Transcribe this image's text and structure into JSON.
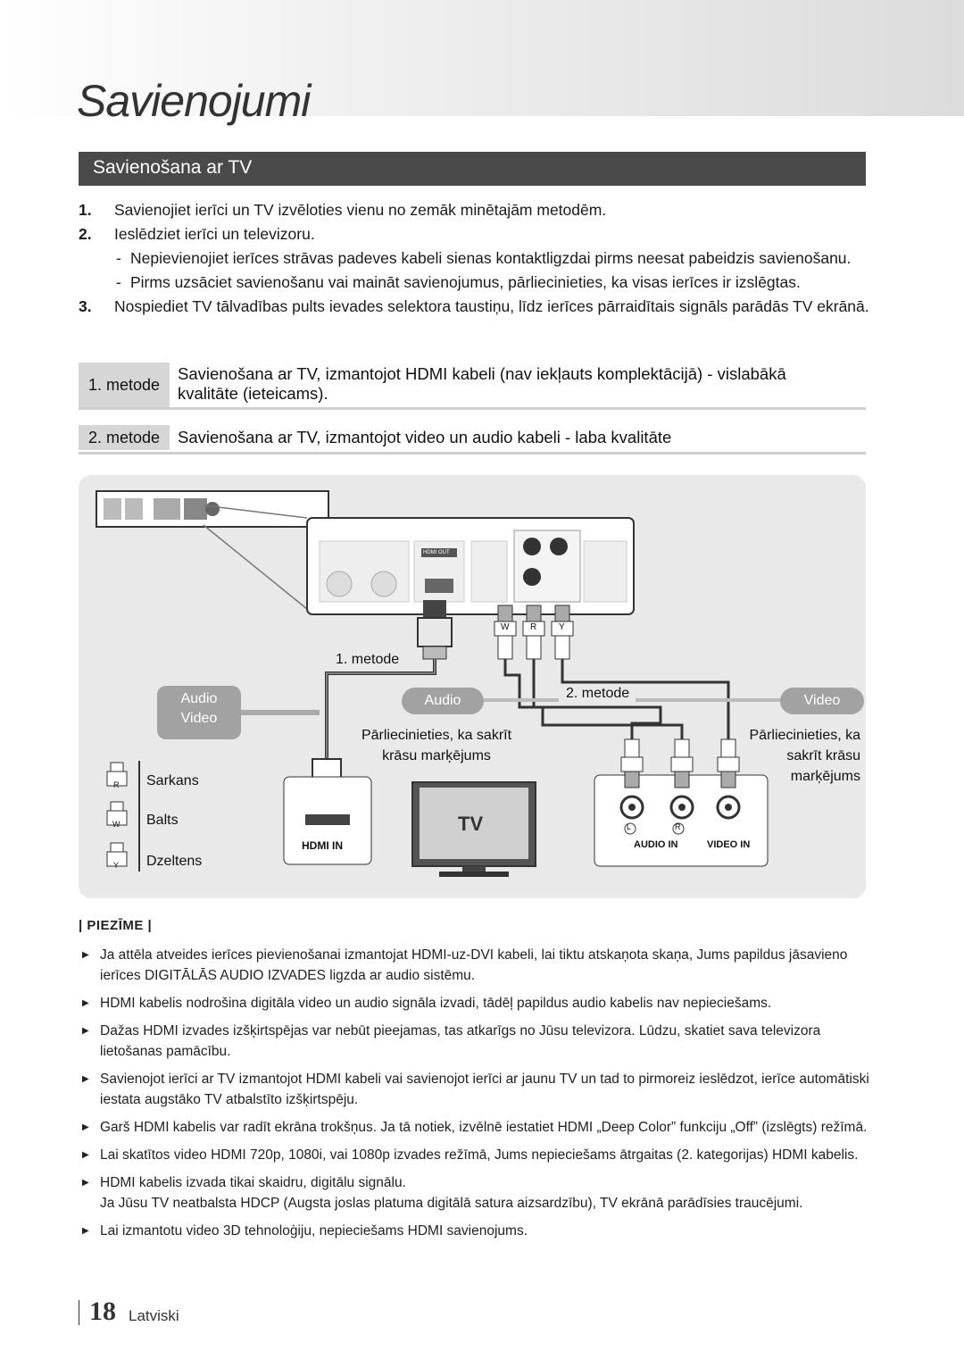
{
  "chapter_title": "Savienojumi",
  "section_title": "Savienošana ar TV",
  "steps": [
    {
      "num": "1.",
      "text": "Savienojiet ierīci un TV izvēloties vienu no zemāk minētajām metodēm."
    },
    {
      "num": "2.",
      "text": "Ieslēdziet ierīci un televizoru."
    },
    {
      "num": "",
      "sub": "Nepievienojiet ierīces strāvas padeves kabeli sienas kontaktligzdai pirms neesat pabeidzis savienošanu."
    },
    {
      "num": "",
      "sub": "Pirms uzsāciet savienošanu vai maināt savienojumus, pārliecinieties, ka visas ierīces ir izslēgtas."
    },
    {
      "num": "3.",
      "text": "Nospiediet TV tālvadības pults ievades selektora taustiņu, līdz ierīces pārraidītais signāls parādās TV ekrānā."
    }
  ],
  "methods": [
    {
      "tag": "1. metode",
      "title": "Savienošana ar TV, izmantojot HDMI kabeli (nav iekļauts komplektācijā) - vislabākā kvalitāte (ieteicams)."
    },
    {
      "tag": "2. metode",
      "title": "Savienošana ar TV, izmantojot video un audio kabeli - laba kvalitāte"
    }
  ],
  "diagram": {
    "method1_label": "1. metode",
    "method2_label": "2. metode",
    "legend_audio": "Audio",
    "legend_video": "Video",
    "audio_pill": "Audio",
    "video_pill": "Video",
    "match_left": "Pārliecinieties, ka sakrīt krāsu marķējums",
    "match_right": "Pārliecinieties, ka sakrīt krāsu marķējums",
    "colors": [
      {
        "letter": "R",
        "name": "Sarkans"
      },
      {
        "letter": "W",
        "name": "Balts"
      },
      {
        "letter": "Y",
        "name": "Dzeltens"
      }
    ],
    "tv_label": "TV",
    "hdmi_in": "HDMI IN",
    "audio_in": "AUDIO IN",
    "video_in": "VIDEO IN",
    "hdmi_out": "HDMI OUT",
    "jack_l": "L",
    "jack_r": "R",
    "plug_w": "W",
    "plug_r": "R",
    "plug_y": "Y"
  },
  "note_heading": "| PIEZĪME |",
  "notes": [
    "Ja attēla atveides ierīces pievienošanai izmantojat HDMI-uz-DVI kabeli, lai tiktu atskaņota skaņa, Jums papildus jāsavieno ierīces DIGITĀLĀS AUDIO IZVADES ligzda ar audio sistēmu.",
    "HDMI kabelis nodrošina digitāla video un audio signāla izvadi, tādēļ papildus audio kabelis nav nepieciešams.",
    "Dažas HDMI izvades izšķirtspējas var nebūt pieejamas, tas atkarīgs no Jūsu televizora. Lūdzu, skatiet sava televizora lietošanas pamācību.",
    "Savienojot ierīci ar TV izmantojot HDMI kabeli vai savienojot ierīci ar jaunu TV un tad to pirmoreiz ieslēdzot, ierīce automātiski iestata augstāko TV atbalstīto izšķirtspēju.",
    "Garš HDMI kabelis var radīt ekrāna trokšņus. Ja tā notiek, izvēlnē iestatiet HDMI „Deep Color” funkciju „Off” (izslēgts) režīmā.",
    "Lai skatītos video HDMI 720p, 1080i, vai 1080p izvades režīmā, Jums nepieciešams ātrgaitas (2. kategorijas) HDMI kabelis.",
    "HDMI kabelis izvada tikai skaidru, digitālu signālu.",
    "Ja Jūsu TV neatbalsta HDCP (Augsta joslas platuma digitālā satura aizsardzību), TV ekrānā parādīsies traucējumi.",
    "Lai izmantotu video 3D tehnoloģiju, nepieciešams HDMI savienojums."
  ],
  "footer": {
    "page_number": "18",
    "language": "Latviski"
  }
}
